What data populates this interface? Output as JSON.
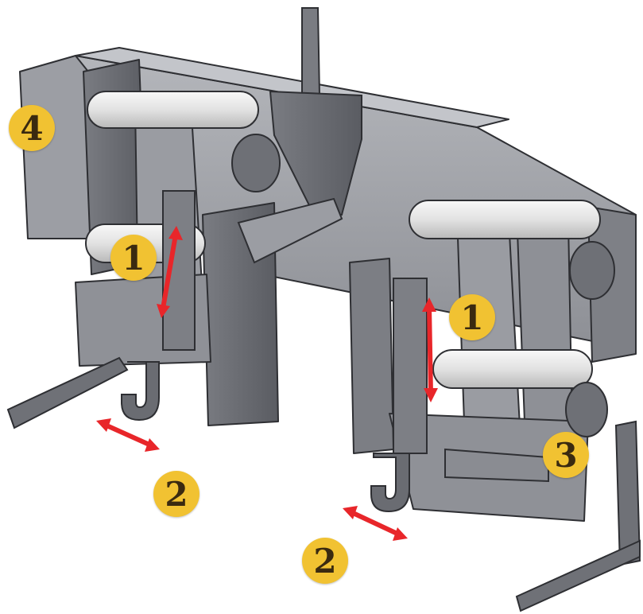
{
  "colors": {
    "badge_fill": "#f1c232",
    "badge_text": "#3a2a10",
    "arrow": "#e8262a",
    "metal_light": "#a9abb0",
    "metal_mid": "#8a8c92",
    "metal_dark": "#5c5e64",
    "roller": "#eeeeee",
    "outline": "#2e2f33"
  },
  "callouts": [
    {
      "id": "c4",
      "label": "4"
    },
    {
      "id": "c1a",
      "label": "1"
    },
    {
      "id": "c1b",
      "label": "1"
    },
    {
      "id": "c3",
      "label": "3"
    },
    {
      "id": "c2a",
      "label": "2"
    },
    {
      "id": "c2b",
      "label": "2"
    }
  ],
  "arrows": [
    {
      "id": "vertical-left",
      "kind": "vertical-adjustment"
    },
    {
      "id": "vertical-right",
      "kind": "vertical-adjustment"
    },
    {
      "id": "lateral-left",
      "kind": "lateral-adjustment"
    },
    {
      "id": "lateral-right",
      "kind": "lateral-adjustment"
    }
  ]
}
